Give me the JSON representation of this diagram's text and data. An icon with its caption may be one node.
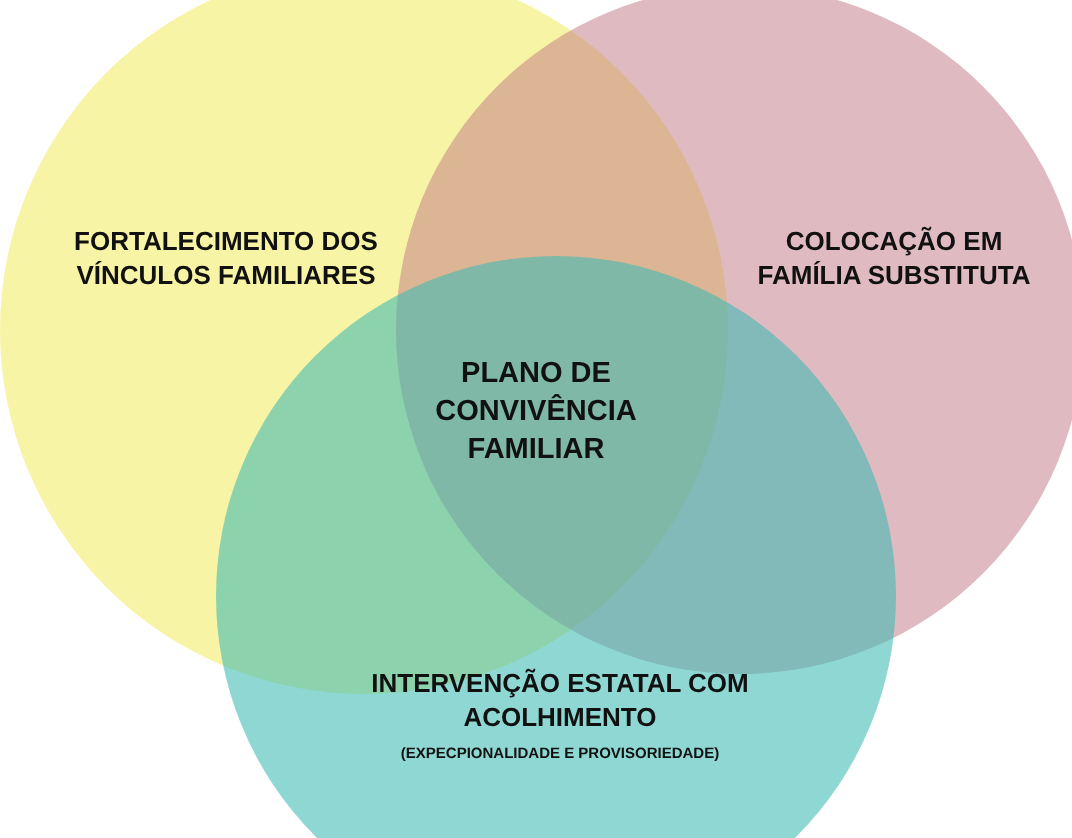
{
  "diagram": {
    "nodes": [
      {
        "text": [
          "FORTALECIMENTO DOS VÍNCULOS FAMILIARES"
        ]
      },
      {
        "text": [
          "COLOCAÇÃO EM FAMÍLIA SUBSTITUTA"
        ]
      },
      {
        "text": [
          "INTERVENÇÃO ESTATAL COM ACOLHIMENTO",
          "(EXPECPIONALIDADE E PROVISORIEDADE)"
        ]
      }
    ],
    "labels": [
      "PLANO DE CONVIVÊNCIA FAMILIAR"
    ]
  }
}
